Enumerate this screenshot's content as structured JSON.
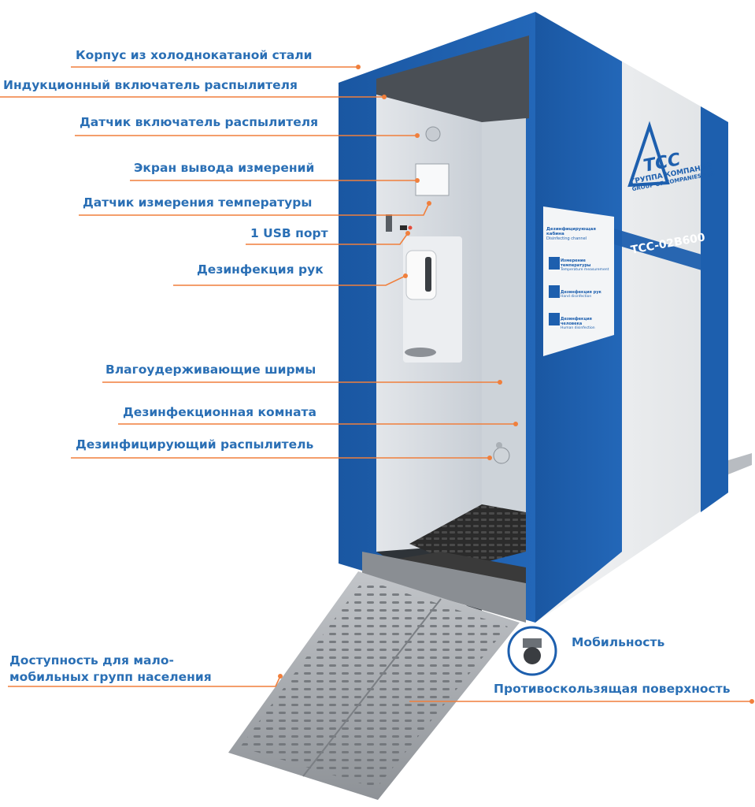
{
  "colors": {
    "label_text": "#2a6fb5",
    "leader_line": "#f07f3c",
    "cabin_blue": "#1d5fae",
    "cabin_blue_dark": "#174f92",
    "cabin_white": "#eef0f2",
    "interior": "#d6dbe0",
    "ramp_steel": "#a9adb2"
  },
  "callouts": {
    "housing": "Корпус из холоднокатаной стали",
    "induction_switch": "Индукционный включатель распылителя",
    "sensor_switch": "Датчик включатель распылителя",
    "display": "Экран вывода измерений",
    "temp_sensor": "Датчик измерения температуры",
    "usb": "1 USB порт",
    "hand_disinfection": "Дезинфекция рук",
    "moisture_screens": "Влагоудерживающие ширмы",
    "room": "Дезинфекционная комната",
    "sprayer": "Дезинфицирующий распылитель",
    "accessibility": "Доступность для мало-\nмобильных групп населения",
    "mobility": "Мобильность",
    "antislip": "Противоскользящая поверхность"
  },
  "cabin": {
    "header_ru": "Дезинфицирующая кабина",
    "header_en": "Disinfecting channel",
    "logo_mark": "TCC",
    "logo_line1": "ГРУППА КОМПАНИЙ",
    "logo_line2": "GROUP OF COMPANIES TSS",
    "model": "TCC-02B600",
    "panel": {
      "title_ru": "Дезинфицирующая кабина",
      "title_en": "Disinfecting channel",
      "items": [
        {
          "ru": "Измерение температуры",
          "en": "Temperature measurement",
          "icon": "thermometer-icon"
        },
        {
          "ru": "Дезинфекция рук",
          "en": "Hand disinfection",
          "icon": "hand-icon"
        },
        {
          "ru": "Дезинфекция человека",
          "en": "Human disinfection",
          "icon": "person-icon"
        }
      ]
    }
  }
}
